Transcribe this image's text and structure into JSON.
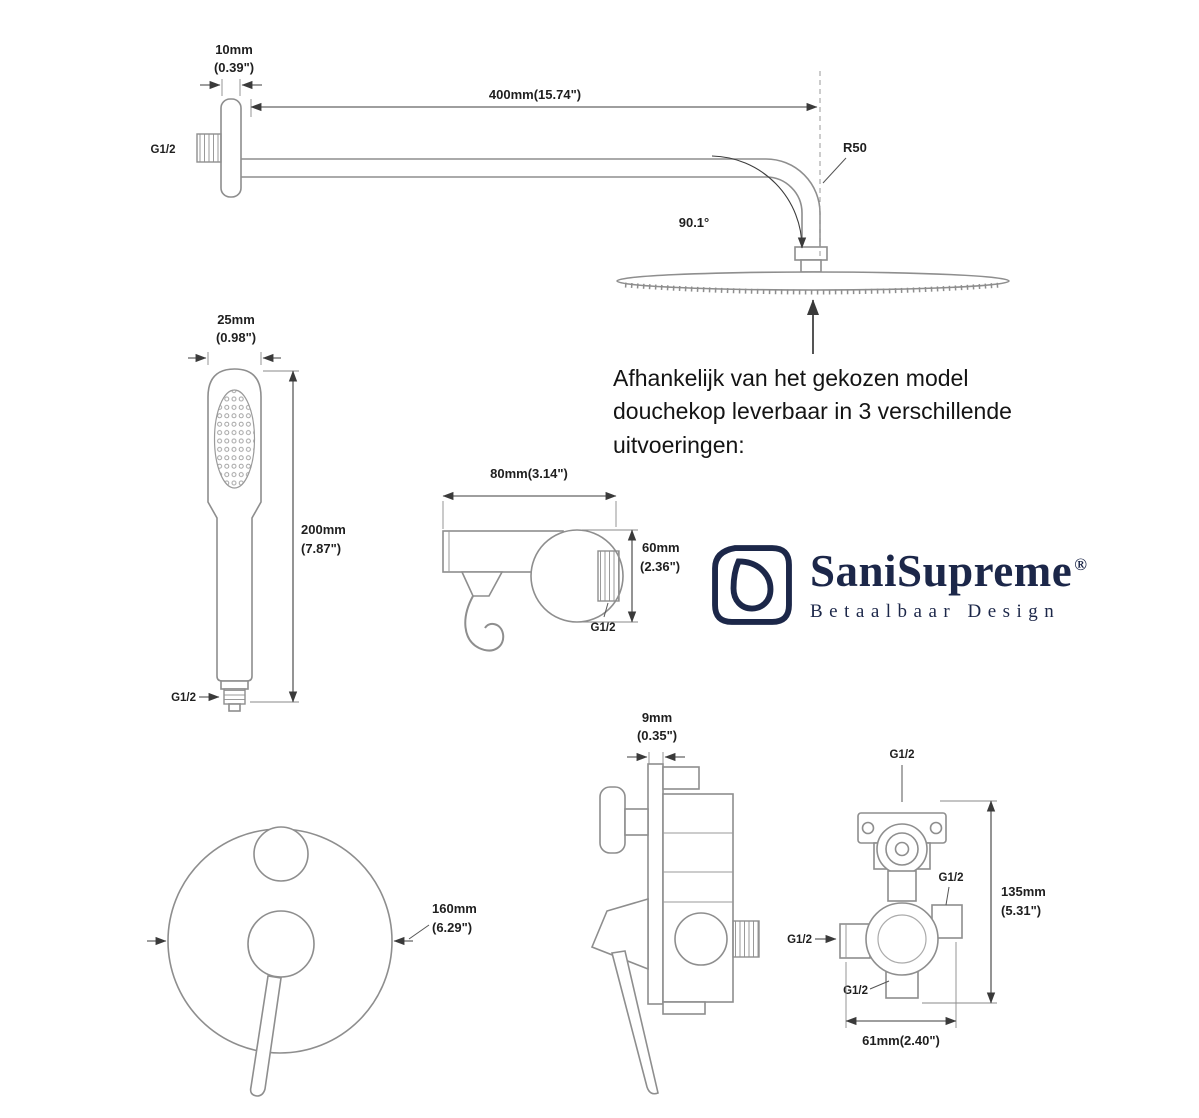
{
  "shower_arm": {
    "dim_diameter_mm": "10mm",
    "dim_diameter_in": "(0.39\")",
    "thread_label": "G1/2",
    "dim_length": "400mm(15.74\")",
    "radius_label": "R50",
    "angle_label": "90.1°"
  },
  "hand_shower": {
    "dim_width_mm": "25mm",
    "dim_width_in": "(0.98\")",
    "dim_length_mm": "200mm",
    "dim_length_in": "(7.87\")",
    "thread_label": "G1/2"
  },
  "wall_outlet": {
    "dim_width": "80mm(3.14\")",
    "dim_height_mm": "60mm",
    "dim_height_in": "(2.36\")",
    "thread_label": "G1/2"
  },
  "note": {
    "text": "Afhankelijk van het gekozen model douchekop leverbaar in 3 verschillende uitvoeringen:"
  },
  "brand": {
    "name": "SaniSupreme",
    "registered_mark": "®",
    "tagline": "Betaalbaar Design"
  },
  "mixer_trim": {
    "dim_diameter_mm": "160mm",
    "dim_diameter_in": "(6.29\")"
  },
  "valve_side": {
    "dim_depth_mm": "9mm",
    "dim_depth_in": "(0.35\")"
  },
  "rough_in_valve": {
    "thread_top": "G1/2",
    "thread_right": "G1/2",
    "thread_left": "G1/2",
    "thread_bottom": "G1/2",
    "dim_height_mm": "135mm",
    "dim_height_in": "(5.31\")",
    "dim_width": "61mm(2.40\")"
  }
}
